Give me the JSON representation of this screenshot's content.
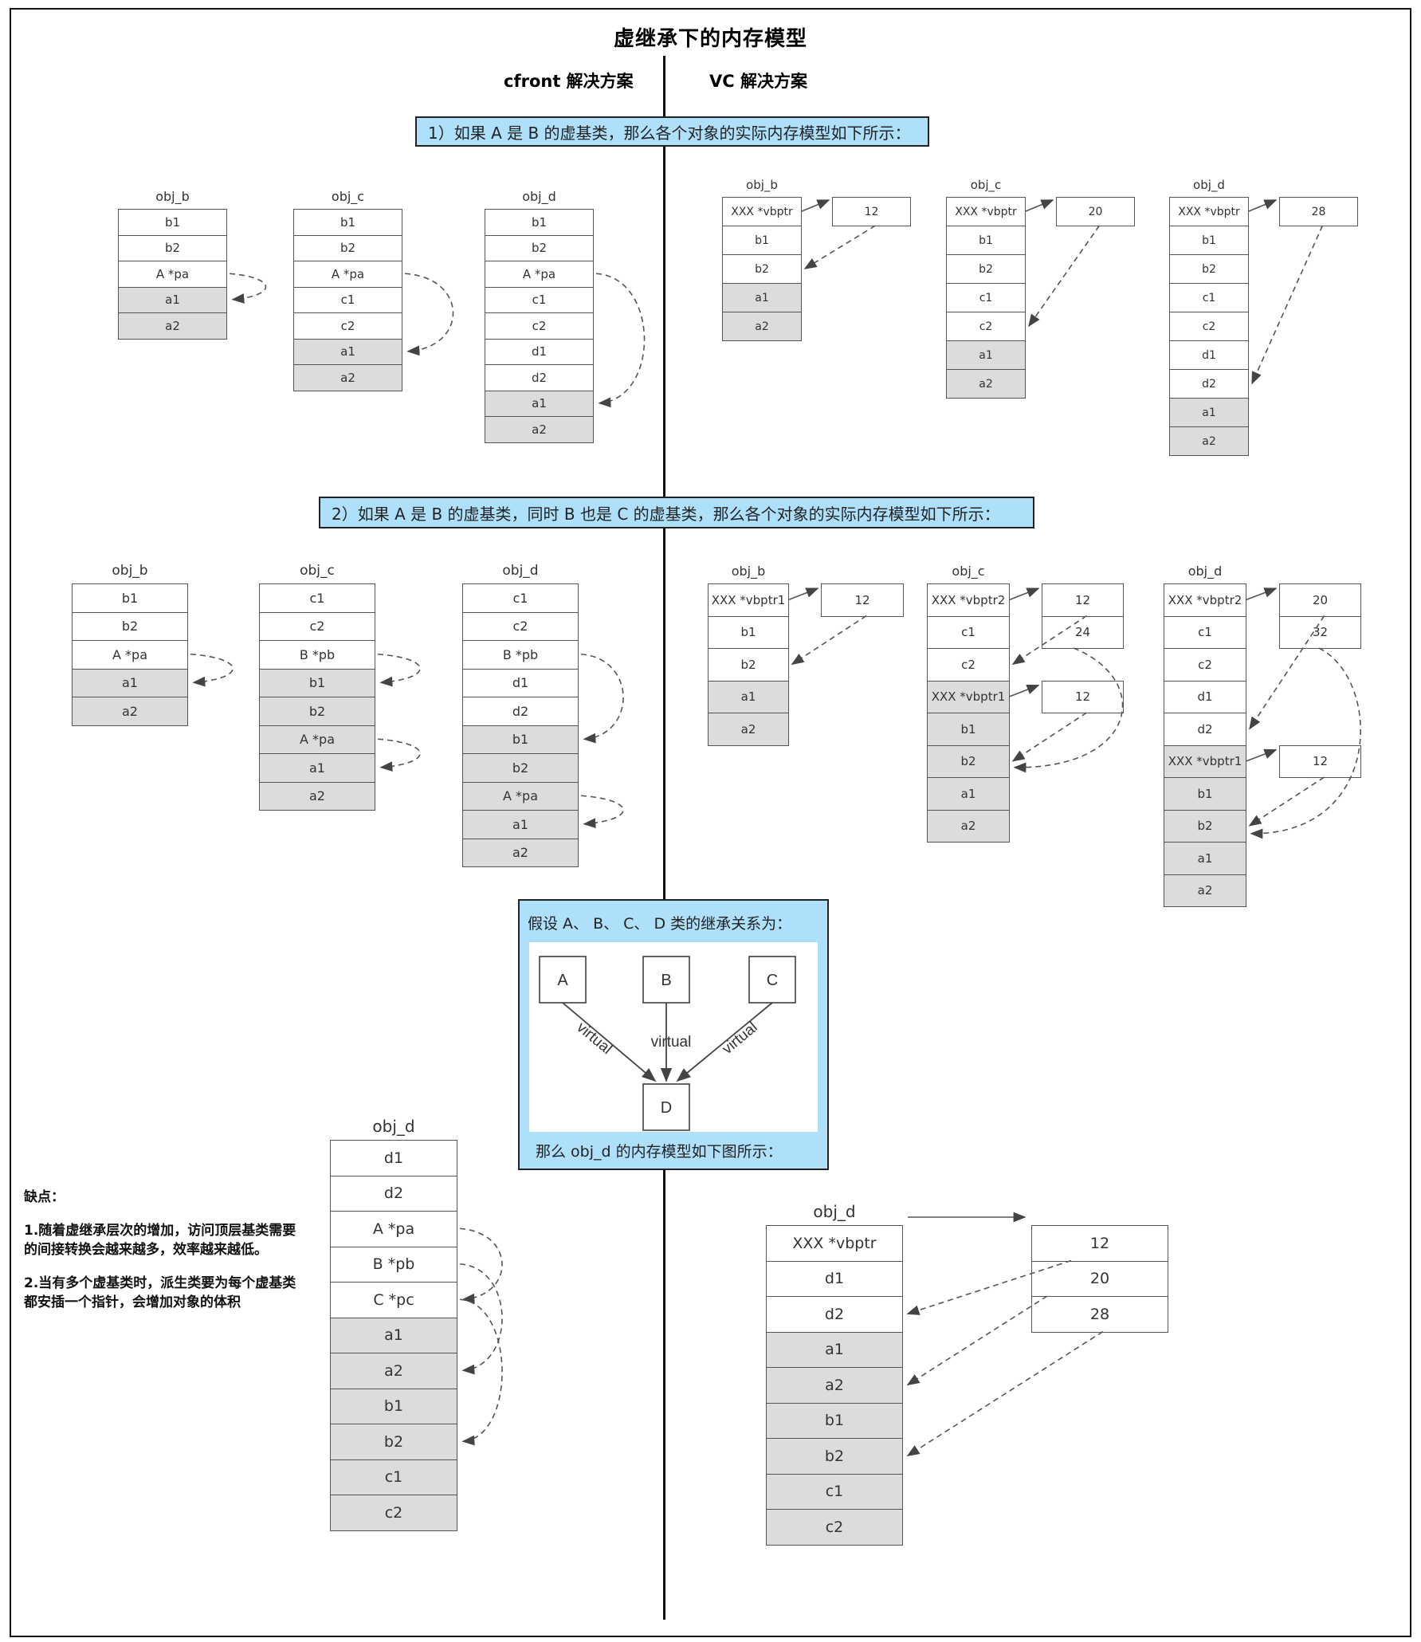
{
  "title": "虚继承下的内存模型",
  "columns": {
    "left": "cfront 解决方案",
    "right": "VC 解决方案"
  },
  "sections": [
    {
      "banner": "1）如果 A 是 B 的虚基类，那么各个对象的实际内存模型如下所示："
    },
    {
      "banner": "2）如果 A 是 B 的虚基类，同时 B 也是 C 的虚基类，那么各个对象的实际内存模型如下所示："
    }
  ],
  "info": {
    "head": "假设 A、 B、 C、 D 类的继承关系为：",
    "foot": "那么 obj_d 的内存模型如下图所示：",
    "nodes": [
      "A",
      "B",
      "C",
      "D"
    ],
    "edge_label": "virtual"
  },
  "notes": {
    "title": "缺点：",
    "p1": "1.随着虚继承层次的增加，访问顶层基类需要的间接转换会越来越多，效率越来越低。",
    "p2": "2.当有多个虚基类时，派生类要为每个虚基类都安插一个指针，会增加对象的体积"
  },
  "objects": [
    {
      "name": "obj_b",
      "cells": [
        "b1",
        "b2",
        "A *pa",
        "a1",
        "a2"
      ],
      "virtual_from": 3
    },
    {
      "name": "obj_c",
      "cells": [
        "b1",
        "b2",
        "A *pa",
        "c1",
        "c2",
        "a1",
        "a2"
      ],
      "virtual_from": 5
    },
    {
      "name": "obj_d",
      "cells": [
        "b1",
        "b2",
        "A *pa",
        "c1",
        "c2",
        "d1",
        "d2",
        "a1",
        "a2"
      ],
      "virtual_from": 7
    },
    {
      "name": "obj_b",
      "cells": [
        "XXX *vbptr",
        "b1",
        "b2",
        "a1",
        "a2"
      ],
      "virtual_from": 3,
      "side": [
        "12"
      ]
    },
    {
      "name": "obj_c",
      "cells": [
        "XXX *vbptr",
        "b1",
        "b2",
        "c1",
        "c2",
        "a1",
        "a2"
      ],
      "virtual_from": 5,
      "side": [
        "20"
      ]
    },
    {
      "name": "obj_d",
      "cells": [
        "XXX *vbptr",
        "b1",
        "b2",
        "c1",
        "c2",
        "d1",
        "d2",
        "a1",
        "a2"
      ],
      "virtual_from": 7,
      "side": [
        "28"
      ]
    },
    {
      "name": "obj_b",
      "cells": [
        "b1",
        "b2",
        "A *pa",
        "a1",
        "a2"
      ],
      "virtual_from": 3
    },
    {
      "name": "obj_c",
      "cells": [
        "c1",
        "c2",
        "B *pb",
        "b1",
        "b2",
        "A *pa",
        "a1",
        "a2"
      ],
      "virtual_from": 3
    },
    {
      "name": "obj_d",
      "cells": [
        "c1",
        "c2",
        "B *pb",
        "d1",
        "d2",
        "b1",
        "b2",
        "A *pa",
        "a1",
        "a2"
      ],
      "virtual_from": 5
    },
    {
      "name": "obj_b",
      "cells": [
        "XXX *vbptr1",
        "b1",
        "b2",
        "a1",
        "a2"
      ],
      "virtual_from": 3,
      "side": [
        "12"
      ]
    },
    {
      "name": "obj_c",
      "cells": [
        "XXX *vbptr2",
        "c1",
        "c2",
        "XXX *vbptr1",
        "b1",
        "b2",
        "a1",
        "a2"
      ],
      "virtual_from": 3,
      "side": [
        "12",
        "24"
      ],
      "side2": [
        "12"
      ]
    },
    {
      "name": "obj_d",
      "cells": [
        "XXX *vbptr2",
        "c1",
        "c2",
        "d1",
        "d2",
        "XXX *vbptr1",
        "b1",
        "b2",
        "a1",
        "a2"
      ],
      "virtual_from": 5,
      "side": [
        "20",
        "32"
      ],
      "side2": [
        "12"
      ]
    },
    {
      "name": "obj_d",
      "cells": [
        "d1",
        "d2",
        "A *pa",
        "B *pb",
        "C *pc",
        "a1",
        "a2",
        "b1",
        "b2",
        "c1",
        "c2"
      ],
      "virtual_from": 5
    },
    {
      "name": "obj_d",
      "cells": [
        "XXX *vbptr",
        "d1",
        "d2",
        "a1",
        "a2",
        "b1",
        "b2",
        "c1",
        "c2"
      ],
      "virtual_from": 3,
      "side": [
        "12",
        "20",
        "28"
      ]
    }
  ]
}
